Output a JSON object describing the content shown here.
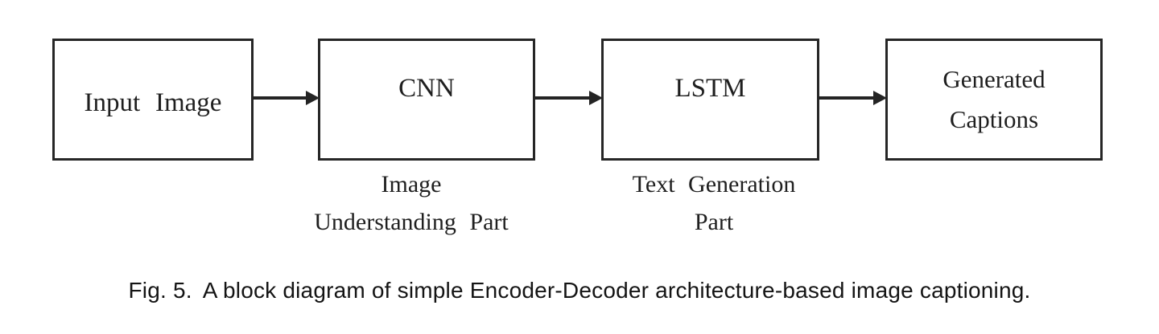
{
  "figure": {
    "caption": {
      "fig_label": "Fig. 5.",
      "text": "A block diagram of simple Encoder-Decoder architecture-based image captioning."
    }
  },
  "diagram": {
    "type": "flowchart",
    "direction": "left-to-right",
    "nodes": [
      {
        "id": "input-image",
        "lines": [
          "Input Image"
        ]
      },
      {
        "id": "cnn",
        "lines": [
          "CNN"
        ],
        "sublabel_lines": [
          "Image",
          "Understanding Part"
        ]
      },
      {
        "id": "lstm",
        "lines": [
          "LSTM"
        ],
        "sublabel_lines": [
          "Text Generation",
          "Part"
        ]
      },
      {
        "id": "generated-captions",
        "lines": [
          "Generated",
          "Captions"
        ]
      }
    ],
    "edges": [
      {
        "from": "input-image",
        "to": "cnn"
      },
      {
        "from": "cnn",
        "to": "lstm"
      },
      {
        "from": "lstm",
        "to": "generated-captions"
      }
    ]
  },
  "colors": {
    "ink": "#1f1f1f",
    "box_border": "#262626",
    "arrow": "#242424",
    "background": "#ffffff"
  }
}
